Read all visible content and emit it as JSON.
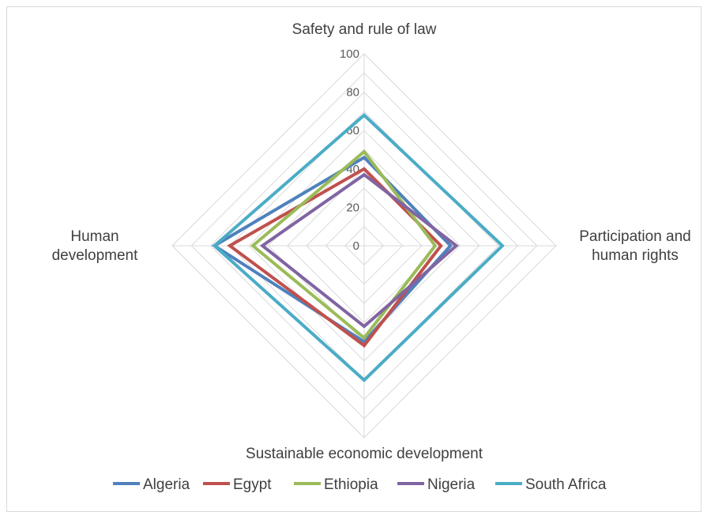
{
  "chart_data": {
    "type": "radar",
    "title": "",
    "axes": [
      {
        "label_lines": [
          "Safety and rule of law"
        ]
      },
      {
        "label_lines": [
          "Participation and",
          "human rights"
        ]
      },
      {
        "label_lines": [
          "Sustainable economic development"
        ]
      },
      {
        "label_lines": [
          "Human",
          "development"
        ]
      }
    ],
    "r_ticks": [
      0,
      20,
      40,
      60,
      80,
      100
    ],
    "r_range": [
      0,
      100
    ],
    "grid_steps": 10,
    "series": [
      {
        "name": "Algeria",
        "color": "#4f81bd",
        "values": [
          46,
          45,
          50,
          78
        ]
      },
      {
        "name": "Egypt",
        "color": "#c0504d",
        "values": [
          40,
          40,
          52,
          70
        ]
      },
      {
        "name": "Ethiopia",
        "color": "#9bbb59",
        "values": [
          49,
          37,
          48,
          58
        ]
      },
      {
        "name": "Nigeria",
        "color": "#8064a2",
        "values": [
          37,
          48,
          42,
          53
        ]
      },
      {
        "name": "South Africa",
        "color": "#4bacc6",
        "values": [
          68,
          72,
          70,
          78
        ]
      }
    ],
    "legend_position": "bottom"
  }
}
